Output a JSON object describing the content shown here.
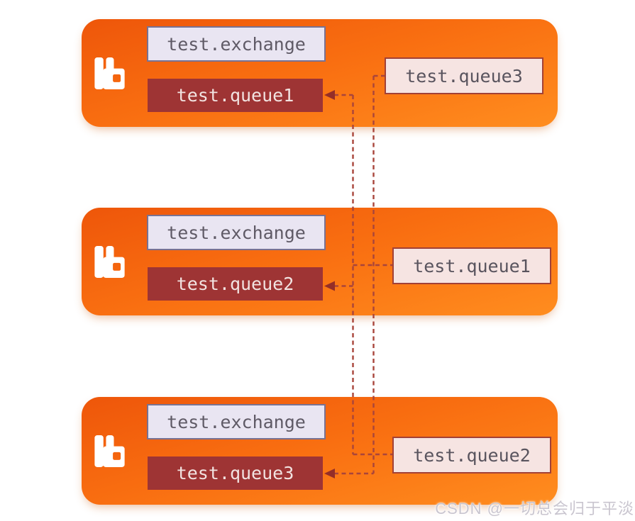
{
  "diagram": {
    "title_hint": "rabbitmq-exchange-queue-binding-diagram",
    "panels": [
      {
        "exchange": "test.exchange",
        "queue": "test.queue1",
        "bound_queue": "test.queue3"
      },
      {
        "exchange": "test.exchange",
        "queue": "test.queue2",
        "bound_queue": "test.queue1"
      },
      {
        "exchange": "test.exchange",
        "queue": "test.queue3",
        "bound_queue": "test.queue2"
      }
    ],
    "connections": [
      {
        "from": "test.queue3",
        "to": "test.queue1"
      },
      {
        "from": "test.queue1",
        "to": "test.queue2"
      },
      {
        "from": "test.queue2",
        "to": "test.queue3"
      }
    ],
    "icon": "rabbitmq-logo-icon"
  },
  "colors": {
    "panel_gradient_start": "#ee560a",
    "panel_gradient_end": "#ff8d1f",
    "exchange_bg": "#e9e5f2",
    "exchange_border": "#787293",
    "exchange_text": "#5f5a66",
    "queue_dark_bg": "#9e3434",
    "queue_dark_text": "#f2e3e1",
    "bound_queue_bg": "#f6e4e2",
    "bound_queue_border": "#a24136",
    "link_dash": "#a9453b",
    "arrowhead": "#942e28"
  },
  "watermark": {
    "text": "CSDN @一切总会归于平淡"
  }
}
